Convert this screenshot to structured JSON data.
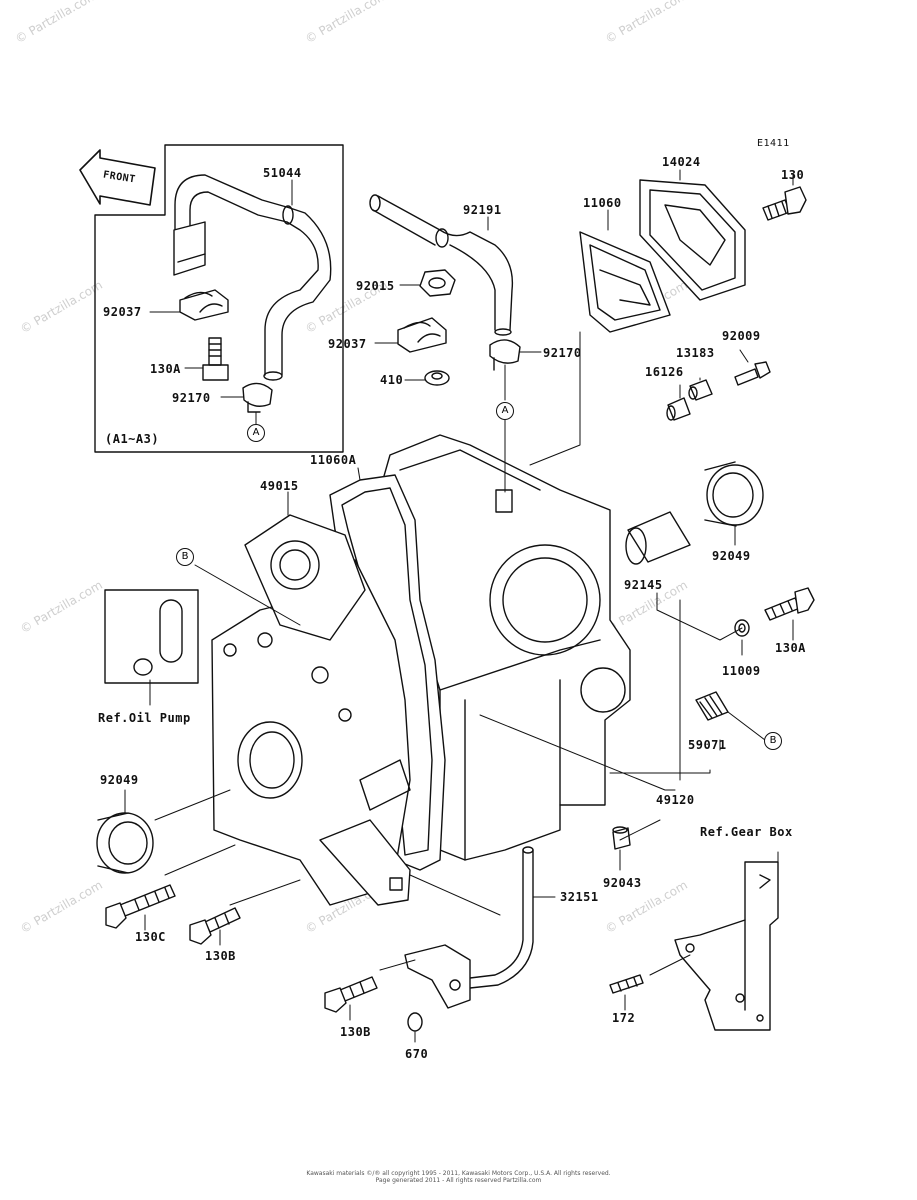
{
  "diagram_code": "E1411",
  "front_label": "FRONT",
  "inset": {
    "range_label": "(A1~A3)"
  },
  "ref_labels": {
    "oil_pump": "Ref.Oil Pump",
    "gear_box": "Ref.Gear Box"
  },
  "callouts": {
    "a": "A",
    "b": "B"
  },
  "parts": {
    "p51044": "51044",
    "p92037_inset": "92037",
    "p130A_inset": "130A",
    "p92170_inset": "92170",
    "p92191": "92191",
    "p92015": "92015",
    "p92037": "92037",
    "p410": "410",
    "p92170": "92170",
    "p11060": "11060",
    "p14024": "14024",
    "p130": "130",
    "p13183": "13183",
    "p16126": "16126",
    "p92009": "92009",
    "p11060A": "11060A",
    "p49015": "49015",
    "p92049_r": "92049",
    "p92145": "92145",
    "p11009": "11009",
    "p130A": "130A",
    "p59071": "59071",
    "p49120": "49120",
    "p92049_l": "92049",
    "p130C": "130C",
    "p130B_a": "130B",
    "p92043": "92043",
    "p32151": "32151",
    "p130B_b": "130B",
    "p670": "670",
    "p172": "172"
  },
  "watermark": "© Partzilla.com",
  "footer": {
    "line1": "Kawasaki materials ©/® all copyright 1995 - 2011, Kawasaki Motors Corp., U.S.A. All rights reserved.",
    "line2": "Page generated 2011 - All rights reserved Partzilla.com"
  }
}
